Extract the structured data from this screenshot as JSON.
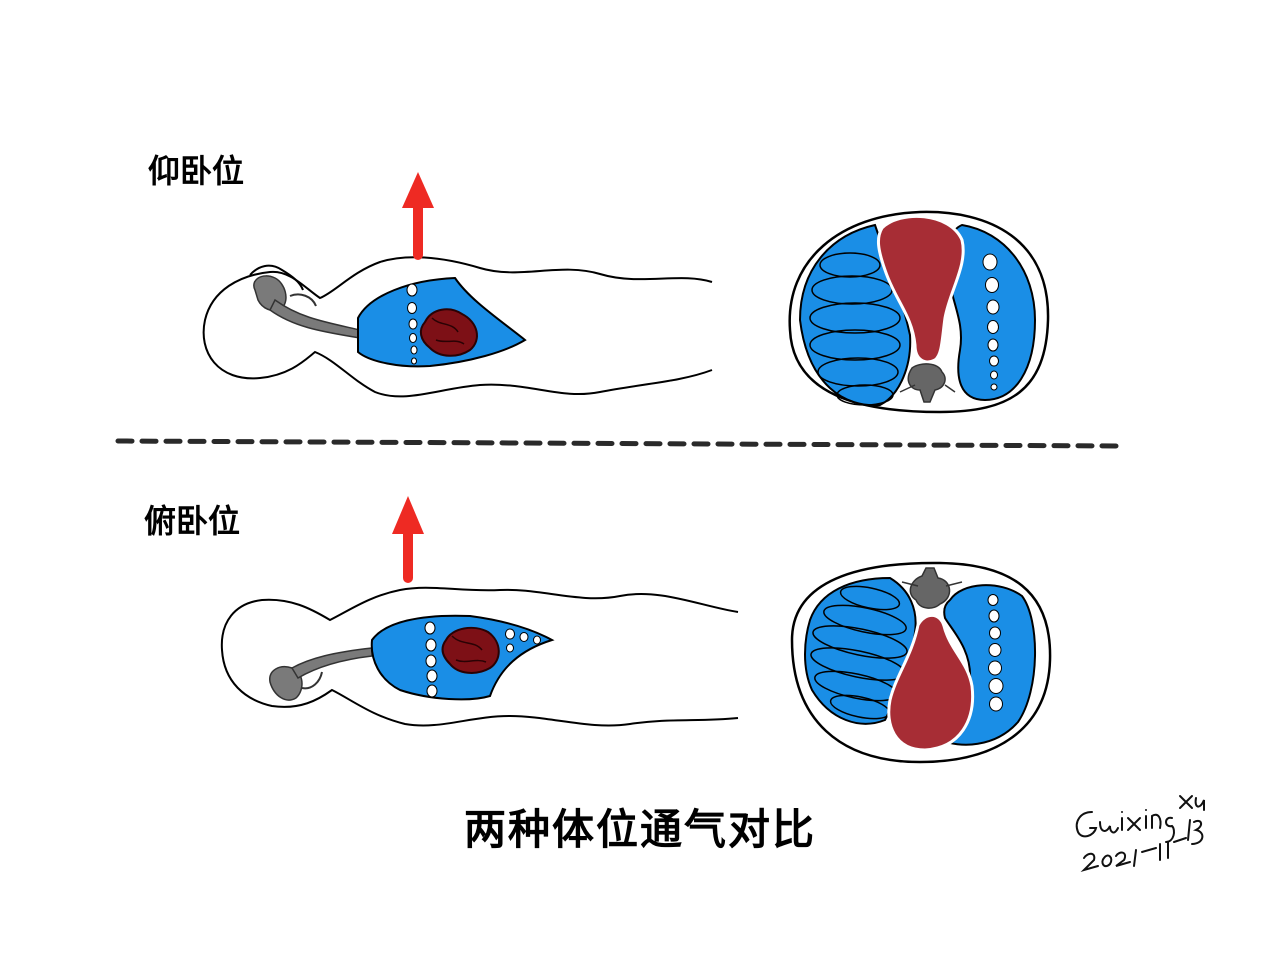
{
  "supine": {
    "label": "仰卧位"
  },
  "prone": {
    "label": "俯卧位"
  },
  "caption": "两种体位通气对比",
  "signature": {
    "name": "Guixing Xu",
    "date": "2021-11-13"
  },
  "colors": {
    "lung": "#1a8ee6",
    "mediastinum": "#a72d35",
    "heart": "#7d1016",
    "arrow": "#ee2a23",
    "airway": "#7a7a7a",
    "outline": "#000000"
  }
}
